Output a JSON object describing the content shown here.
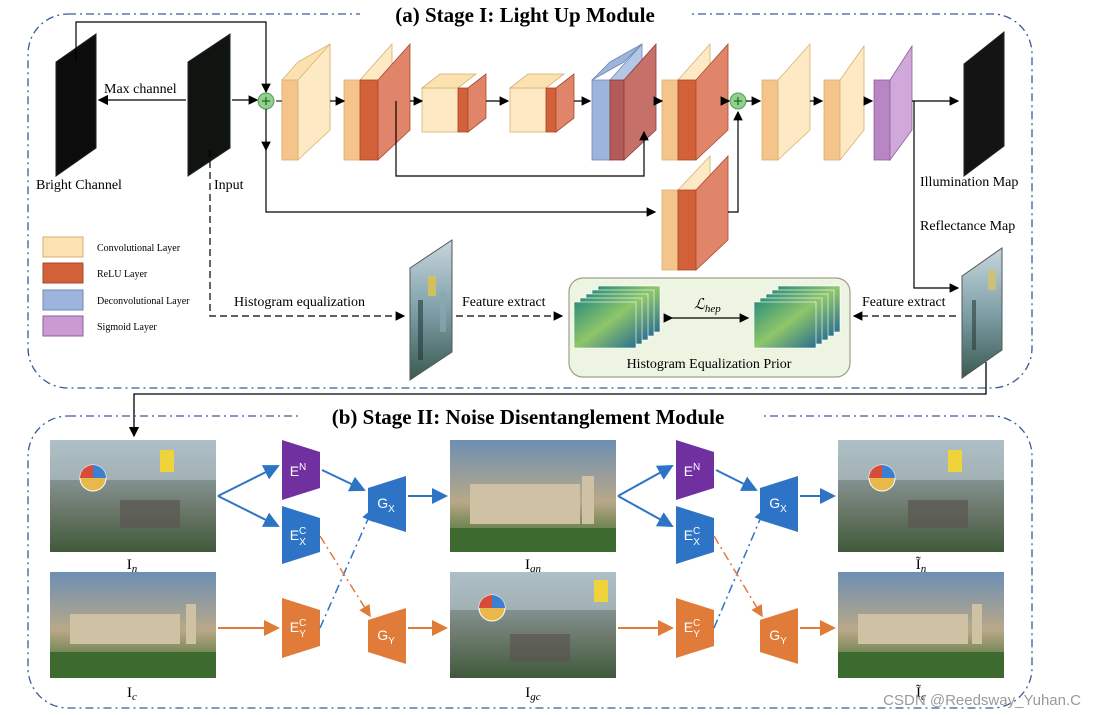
{
  "stage1": {
    "title": "(a) Stage I: Light Up Module",
    "labels": {
      "max_channel": "Max channel",
      "bright_channel": "Bright Channel",
      "input": "Input",
      "illumination_map": "Illumination Map",
      "reflectance_map": "Reflectance Map",
      "histogram_equalization": "Histogram equalization",
      "feature_extract_left": "Feature extract",
      "feature_extract_right": "Feature extract",
      "loss": "ℒ",
      "loss_sub": "hep",
      "prior_box": "Histogram Equalization Prior"
    },
    "legend": [
      {
        "label": "Convolutional Layer",
        "color": "#fbe2b0"
      },
      {
        "label": "ReLU Layer",
        "color": "#d2613a"
      },
      {
        "label": "Deconvolutional Layer",
        "color": "#9db4dc"
      },
      {
        "label": "Sigmoid Layer",
        "color": "#c99bd2"
      }
    ]
  },
  "stage2": {
    "title": "(b) Stage II: Noise Disentanglement Module",
    "images": {
      "i_n": "I",
      "i_n_sub": "n",
      "i_c": "I",
      "i_c_sub": "c",
      "i_gn": "I",
      "i_gn_sub": "gn",
      "i_gc": "I",
      "i_gc_sub": "gc",
      "i_n_tilde": "Ĩ",
      "i_n_tilde_sub": "n",
      "i_c_tilde": "Ĩ",
      "i_c_tilde_sub": "c"
    },
    "blocks": {
      "en": "E",
      "en_sup": "N",
      "exc": "E",
      "exc_sup": "C",
      "exc_sub": "X",
      "eyc": "E",
      "eyc_sup": "C",
      "eyc_sub": "Y",
      "gx": "G",
      "gx_sub": "X",
      "gy": "G",
      "gy_sub": "Y"
    },
    "colors": {
      "purple": "#7030a0",
      "blue": "#2e74c6",
      "orange": "#e07b39"
    }
  },
  "watermark": "CSDN @Reedsway_Yuhan.C"
}
